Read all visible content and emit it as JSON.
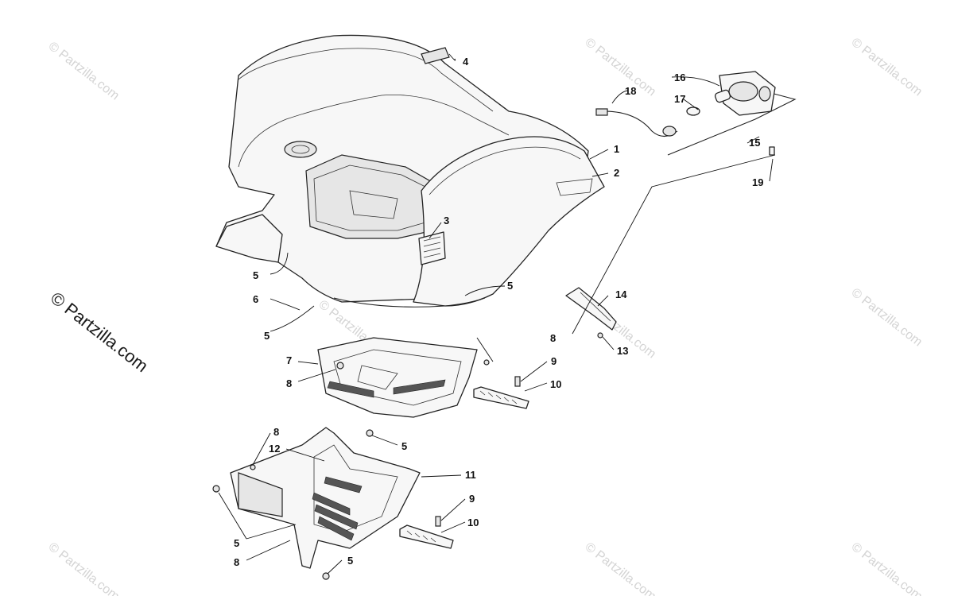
{
  "watermark": {
    "brand_text": "© Partzilla.com",
    "faint_text": "© Partzilla.com"
  },
  "callouts": [
    {
      "id": "c1",
      "label": "1"
    },
    {
      "id": "c2",
      "label": "2"
    },
    {
      "id": "c3",
      "label": "3"
    },
    {
      "id": "c4",
      "label": "4"
    },
    {
      "id": "c5a",
      "label": "5"
    },
    {
      "id": "c5b",
      "label": "5"
    },
    {
      "id": "c5c",
      "label": "5"
    },
    {
      "id": "c5d",
      "label": "5"
    },
    {
      "id": "c5e",
      "label": "5"
    },
    {
      "id": "c5f",
      "label": "5"
    },
    {
      "id": "c6",
      "label": "6"
    },
    {
      "id": "c7",
      "label": "7"
    },
    {
      "id": "c8a",
      "label": "8"
    },
    {
      "id": "c8b",
      "label": "8"
    },
    {
      "id": "c8c",
      "label": "8"
    },
    {
      "id": "c8d",
      "label": "8"
    },
    {
      "id": "c9a",
      "label": "9"
    },
    {
      "id": "c9b",
      "label": "9"
    },
    {
      "id": "c10a",
      "label": "10"
    },
    {
      "id": "c10b",
      "label": "10"
    },
    {
      "id": "c11",
      "label": "11"
    },
    {
      "id": "c12",
      "label": "12"
    },
    {
      "id": "c13",
      "label": "13"
    },
    {
      "id": "c14",
      "label": "14"
    },
    {
      "id": "c15",
      "label": "15"
    },
    {
      "id": "c16",
      "label": "16"
    },
    {
      "id": "c17",
      "label": "17"
    },
    {
      "id": "c18",
      "label": "18"
    },
    {
      "id": "c19",
      "label": "19"
    }
  ]
}
